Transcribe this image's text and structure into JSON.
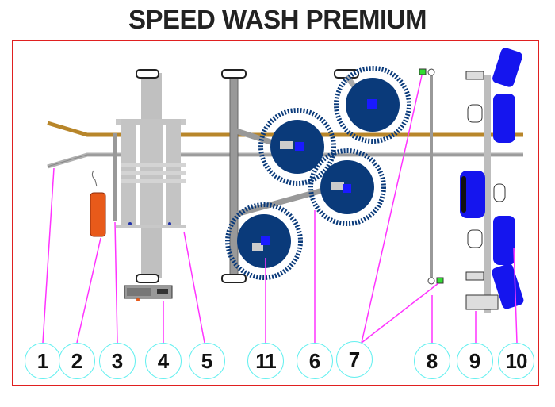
{
  "title": "SPEED WASH PREMIUM",
  "colors": {
    "frame": "#e02020",
    "leader": "#ff33ff",
    "callout_circle": "#66f0f0",
    "rail_gold": "#b8862a",
    "frame_gray": "#c0c0c0",
    "brush_dark": "#0a3a7a",
    "brush_hub": "#1a1aff",
    "wheel_blue": "#1515ee",
    "cylinder_orange": "#e85a1a",
    "nozzle_green": "#33dd33"
  },
  "callouts": [
    {
      "label": "1"
    },
    {
      "label": "2"
    },
    {
      "label": "3"
    },
    {
      "label": "4"
    },
    {
      "label": "5"
    },
    {
      "label": "11"
    },
    {
      "label": "6"
    },
    {
      "label": "7"
    },
    {
      "label": "8"
    },
    {
      "label": "9"
    },
    {
      "label": "10"
    }
  ]
}
